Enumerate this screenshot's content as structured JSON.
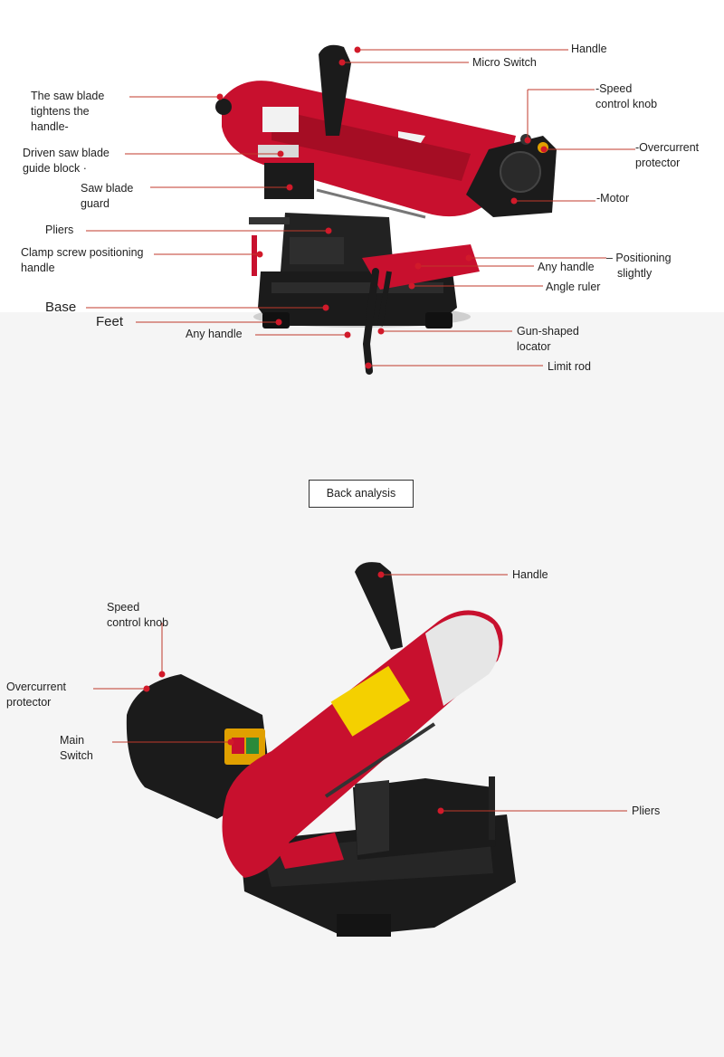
{
  "colors": {
    "machine_red": "#c8102e",
    "leader_line": "#c0392b",
    "dot": "#d11a2a",
    "body_black": "#1b1b1b"
  },
  "top": {
    "labels": {
      "handle": "Handle",
      "micro_switch": "Micro Switch",
      "saw_blade_tightens": [
        "The saw blade",
        "tightens the",
        "handle-"
      ],
      "speed_knob": [
        "-Speed",
        "control knob"
      ],
      "overcurrent": [
        "-Overcurrent",
        "protector"
      ],
      "driven_guide": [
        "Driven saw blade",
        "guide block ·"
      ],
      "saw_blade_guard": [
        "Saw blade",
        "guard"
      ],
      "motor": "-Motor",
      "pliers": "Pliers",
      "clamp_screw": [
        "Clamp screw positioning",
        "handle"
      ],
      "any_handle_right": "Any handle",
      "positioning": [
        "– Positioning",
        "slightly"
      ],
      "angle_ruler": "Angle ruler",
      "base": "Base",
      "feet": "Feet",
      "any_handle_left": "Any handle",
      "gun_locator": [
        "Gun-shaped",
        "locator"
      ],
      "limit_rod": "Limit rod"
    }
  },
  "section": {
    "button": "Back analysis"
  },
  "bottom": {
    "labels": {
      "handle": "Handle",
      "speed_knob": [
        "Speed",
        "control knob"
      ],
      "overcurrent": [
        "Overcurrent",
        "protector"
      ],
      "main_switch": [
        "Main",
        "Switch"
      ],
      "pliers": "Pliers"
    }
  }
}
